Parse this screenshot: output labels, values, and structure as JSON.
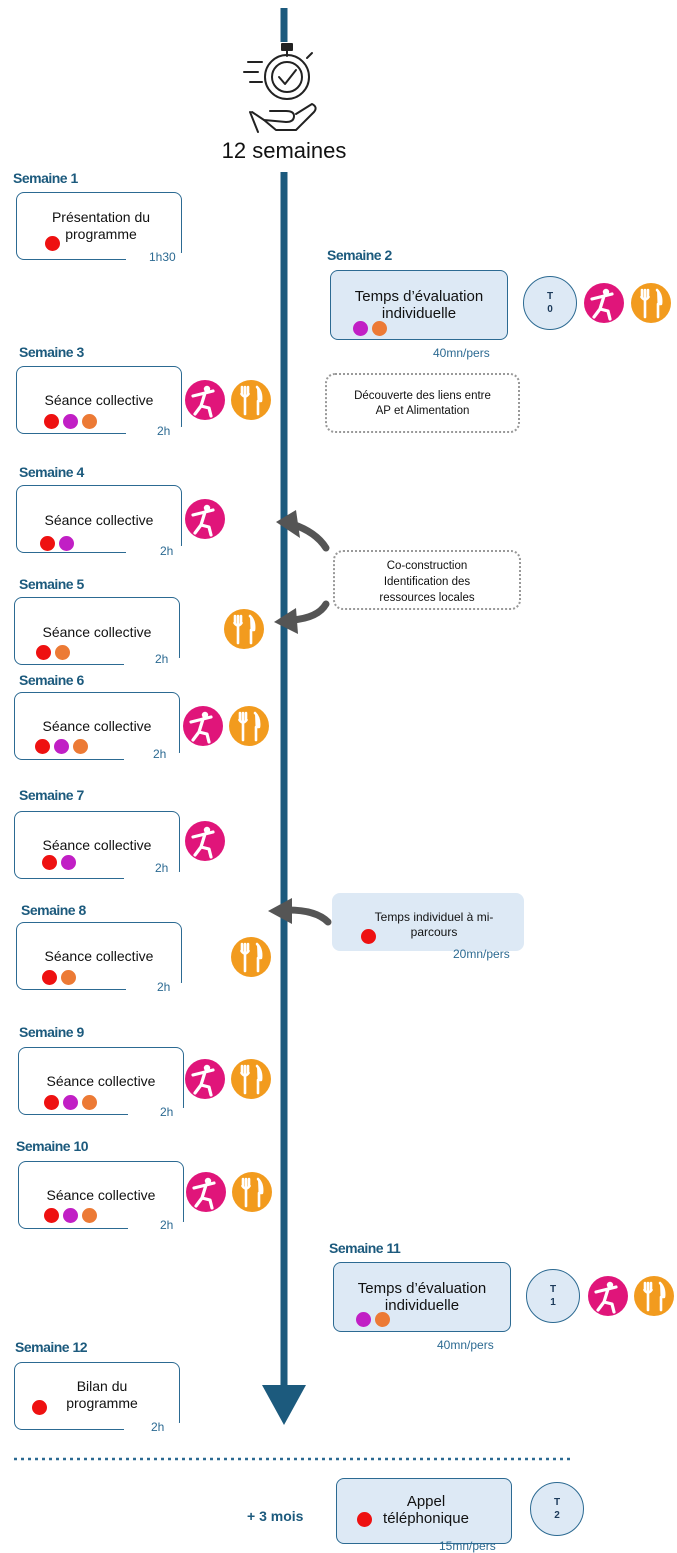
{
  "header": {
    "title": "12 semaines"
  },
  "colors": {
    "timeline": "#1c5a7d",
    "card_border": "#2c6a92",
    "dot_red": "#ee1111",
    "dot_purple": "#c11fc5",
    "dot_orange": "#ec7a35",
    "icon_activity": "#e0157a",
    "icon_food": "#f29b1e"
  },
  "weeks": {
    "w1": {
      "label": "Semaine 1",
      "title": "Présentation du programme",
      "duration": "1h30",
      "dots": [
        "red"
      ],
      "icons": []
    },
    "w2": {
      "label": "Semaine 2",
      "title": "Temps d’évaluation individuelle",
      "duration": "40mn/pers",
      "dots": [
        "purple",
        "orange"
      ],
      "badge": [
        "T",
        "0"
      ],
      "icons": [
        "activity-icon",
        "food-icon"
      ]
    },
    "w3": {
      "label": "Semaine 3",
      "title": "Séance collective",
      "duration": "2h",
      "dots": [
        "red",
        "purple",
        "orange"
      ],
      "icons": [
        "activity-icon",
        "food-icon"
      ]
    },
    "w4": {
      "label": "Semaine 4",
      "title": "Séance collective",
      "duration": "2h",
      "dots": [
        "red",
        "purple"
      ],
      "icons": [
        "activity-icon"
      ]
    },
    "w5": {
      "label": "Semaine 5",
      "title": "Séance collective",
      "duration": "2h",
      "dots": [
        "red",
        "orange"
      ],
      "icons": [
        "food-icon"
      ]
    },
    "w6": {
      "label": "Semaine 6",
      "title": "Séance collective",
      "duration": "2h",
      "dots": [
        "red",
        "purple",
        "orange"
      ],
      "icons": [
        "activity-icon",
        "food-icon"
      ]
    },
    "w7": {
      "label": "Semaine 7",
      "title": "Séance collective",
      "duration": "2h",
      "dots": [
        "red",
        "purple"
      ],
      "icons": [
        "activity-icon"
      ]
    },
    "w8": {
      "label": "Semaine 8",
      "title": "Séance collective",
      "duration": "2h",
      "dots": [
        "red",
        "orange"
      ],
      "icons": [
        "food-icon"
      ]
    },
    "w9": {
      "label": "Semaine 9",
      "title": "Séance collective",
      "duration": "2h",
      "dots": [
        "red",
        "purple",
        "orange"
      ],
      "icons": [
        "activity-icon",
        "food-icon"
      ]
    },
    "w10": {
      "label": "Semaine 10",
      "title": "Séance collective",
      "duration": "2h",
      "dots": [
        "red",
        "purple",
        "orange"
      ],
      "icons": [
        "activity-icon",
        "food-icon"
      ]
    },
    "w11": {
      "label": "Semaine 11",
      "title": "Temps d’évaluation individuelle",
      "duration": "40mn/pers",
      "dots": [
        "purple",
        "orange"
      ],
      "badge": [
        "T",
        "1"
      ],
      "icons": [
        "activity-icon",
        "food-icon"
      ]
    },
    "w12": {
      "label": "Semaine 12",
      "title": "Bilan du programme",
      "duration": "2h",
      "dots": [
        "red"
      ],
      "icons": []
    }
  },
  "notes": {
    "liens": "Découverte des liens entre AP et Alimentation",
    "coconstruction_1": "Co-construction",
    "coconstruction_2": "Identification des",
    "coconstruction_3": "ressources locales"
  },
  "midpoint": {
    "title": "Temps individuel à mi-parcours",
    "duration": "20mn/pers",
    "dots": [
      "red"
    ]
  },
  "followup": {
    "offset": "+ 3 mois",
    "title": "Appel téléphonique",
    "duration": "15mn/pers",
    "dots": [
      "red"
    ],
    "badge": [
      "T",
      "2"
    ]
  }
}
